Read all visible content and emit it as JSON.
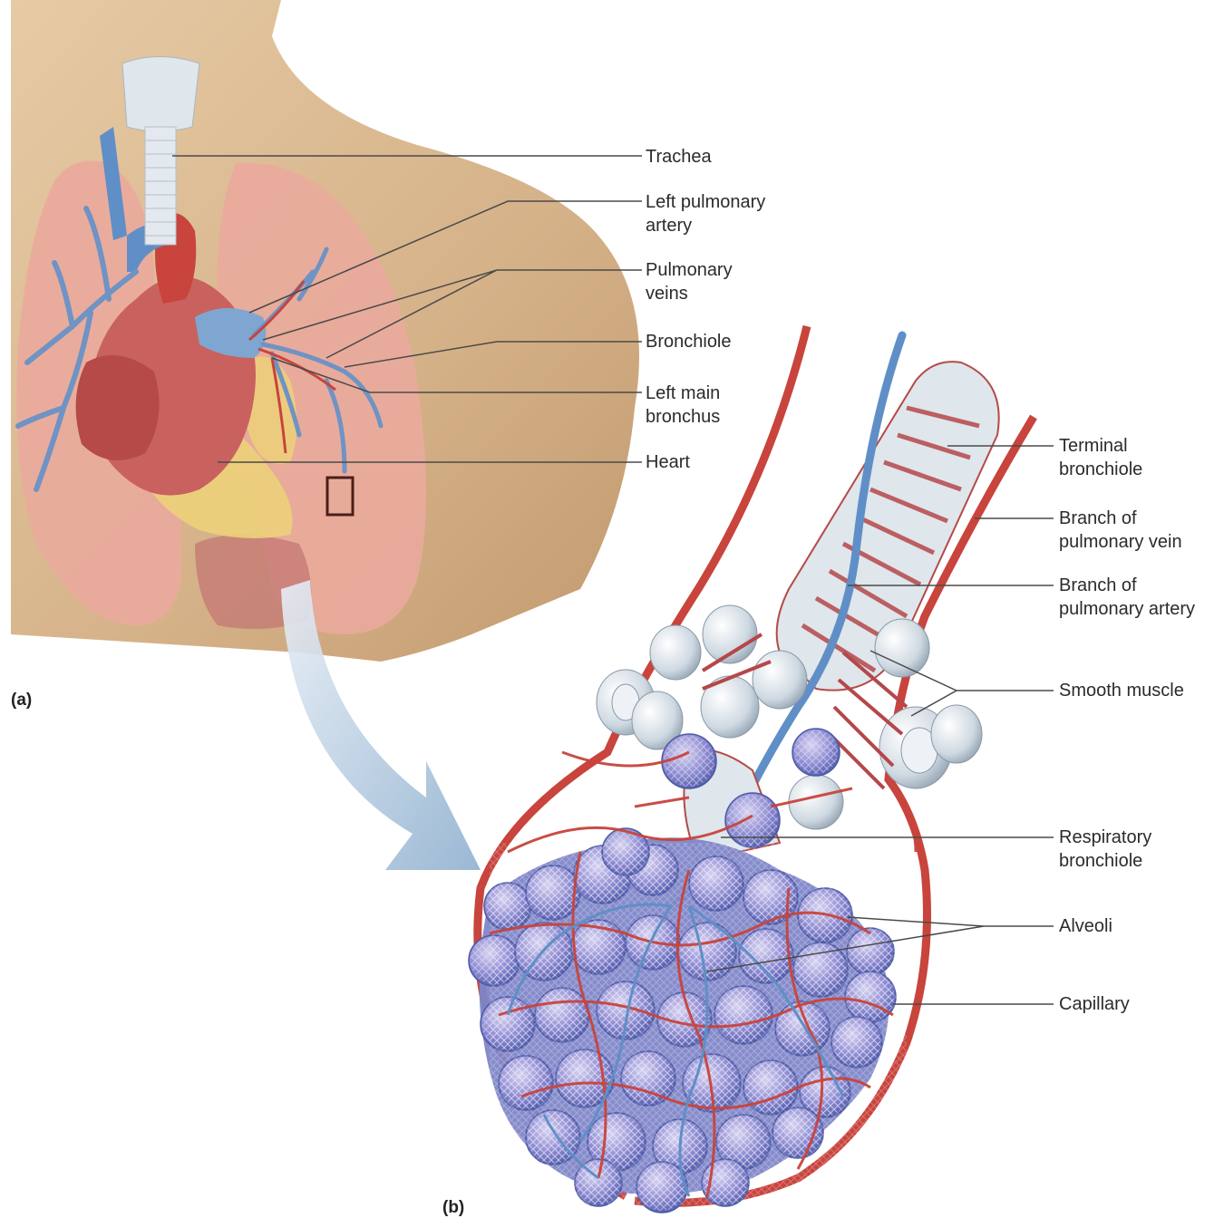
{
  "panels": {
    "a": "(a)",
    "b": "(b)"
  },
  "labels_a": {
    "trachea": "Trachea",
    "left_pulmonary_artery_1": "Left pulmonary",
    "left_pulmonary_artery_2": "artery",
    "pulmonary_veins_1": "Pulmonary",
    "pulmonary_veins_2": "veins",
    "bronchiole": "Bronchiole",
    "left_main_bronchus_1": "Left main",
    "left_main_bronchus_2": "bronchus",
    "heart": "Heart"
  },
  "labels_b": {
    "terminal_bronchiole_1": "Terminal",
    "terminal_bronchiole_2": "bronchiole",
    "branch_pulmonary_vein_1": "Branch of",
    "branch_pulmonary_vein_2": "pulmonary vein",
    "branch_pulmonary_artery_1": "Branch of",
    "branch_pulmonary_artery_2": "pulmonary artery",
    "smooth_muscle": "Smooth muscle",
    "respiratory_bronchiole_1": "Respiratory",
    "respiratory_bronchiole_2": "bronchiole",
    "alveoli": "Alveoli",
    "capillary": "Capillary"
  },
  "colors": {
    "skin": "#d8b88c",
    "lung": "#e7a89a",
    "vein": "#5f8fc6",
    "artery": "#c8443c",
    "fat": "#ecd07a",
    "alveolus_fill": "#8a8fd0",
    "bronchus": "#dfe6ec",
    "arrow": "#a9c1d9"
  }
}
